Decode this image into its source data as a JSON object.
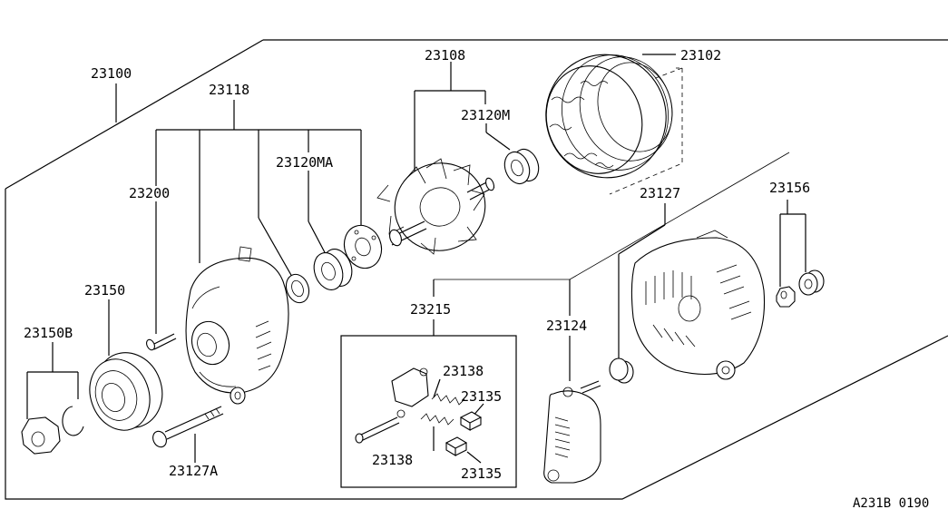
{
  "diagram_code": "A231B 0190",
  "labels": {
    "p23100": "23100",
    "p23118": "23118",
    "p23108": "23108",
    "p23102": "23102",
    "p23120M": "23120M",
    "p23120MA": "23120MA",
    "p23200": "23200",
    "p23127": "23127",
    "p23156": "23156",
    "p23150": "23150",
    "p23150B": "23150B",
    "p23215": "23215",
    "p23124": "23124",
    "p23138a": "23138",
    "p23135a": "23135",
    "p23138b": "23138",
    "p23135b": "23135",
    "p23127A": "23127A"
  }
}
